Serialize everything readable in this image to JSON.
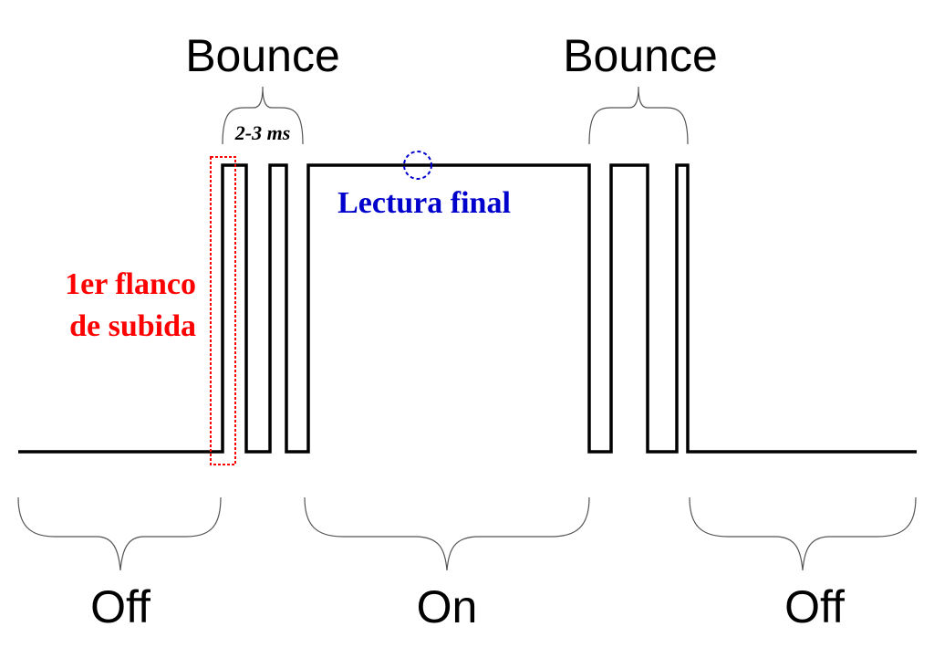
{
  "labels": {
    "bounce_left": "Bounce",
    "bounce_right": "Bounce",
    "bounce_duration": "2-3 ms",
    "final_read": "Lectura final",
    "first_edge_line1": "1er flanco",
    "first_edge_line2": "de subida",
    "state_off_left": "Off",
    "state_on": "On",
    "state_off_right": "Off"
  },
  "colors": {
    "signal": "#000000",
    "brace": "#555555",
    "first_edge": "#ff0000",
    "final_read": "#0000cc"
  }
}
